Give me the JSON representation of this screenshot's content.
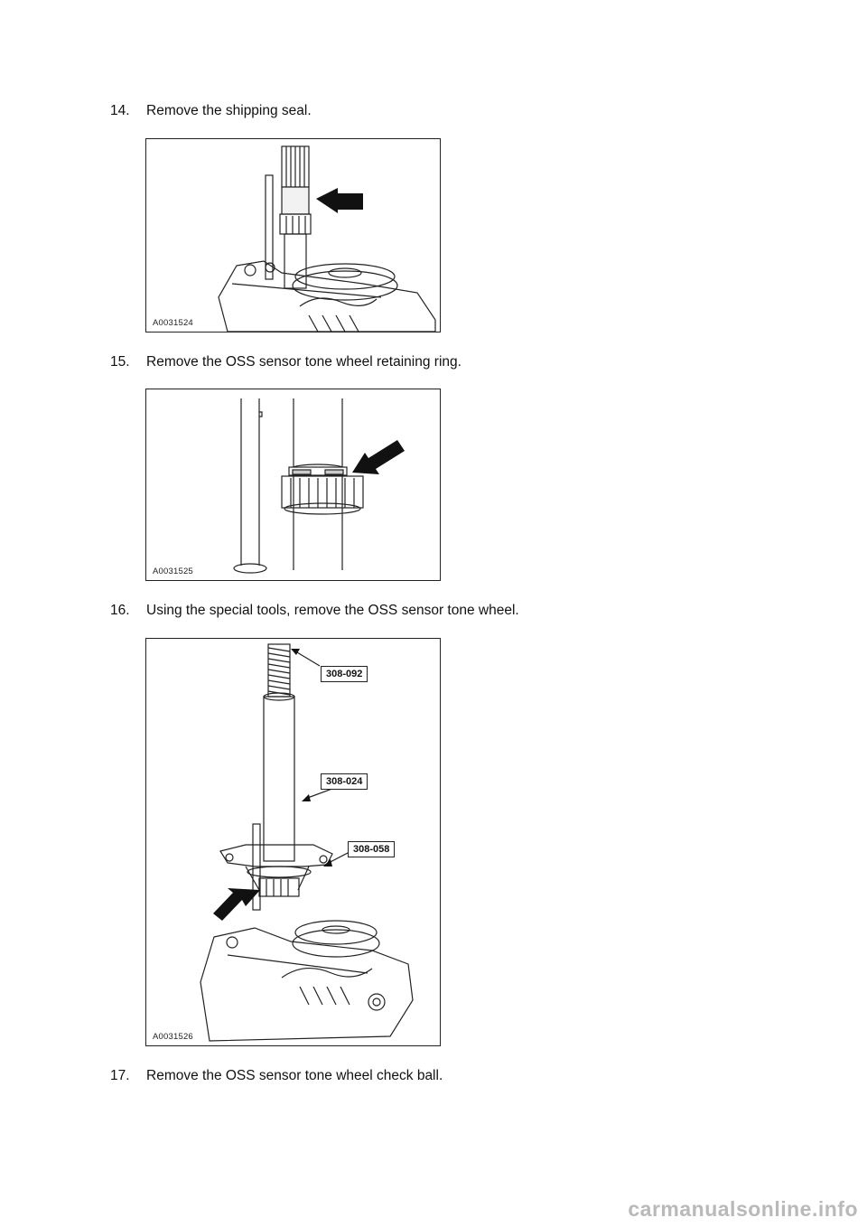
{
  "steps": [
    {
      "number": "14.",
      "text": "Remove the shipping seal."
    },
    {
      "number": "15.",
      "text": "Remove the OSS sensor tone wheel retaining ring."
    },
    {
      "number": "16.",
      "text": "Using the special tools, remove the OSS sensor tone wheel."
    },
    {
      "number": "17.",
      "text": "Remove the OSS sensor tone wheel check ball."
    }
  ],
  "figures": [
    {
      "id": "A0031524"
    },
    {
      "id": "A0031525"
    },
    {
      "id": "A0031526",
      "callouts": [
        "308-092",
        "308-024",
        "308-058"
      ]
    }
  ],
  "watermark": "carmanualsonline.info"
}
